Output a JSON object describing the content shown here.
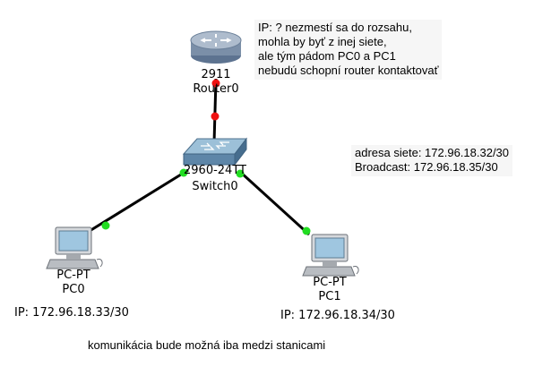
{
  "devices": {
    "router": {
      "model": "2911",
      "name": "Router0"
    },
    "switch": {
      "model": "2960-24TT",
      "name": "Switch0"
    },
    "pc0": {
      "model": "PC-PT",
      "name": "PC0",
      "ip": "IP: 172.96.18.33/30"
    },
    "pc1": {
      "model": "PC-PT",
      "name": "PC1",
      "ip": "IP: 172.96.18.34/30"
    }
  },
  "notes": {
    "router_note": [
      "IP: ? nezmestí sa do rozsahu,",
      "mohla by byť z inej siete,",
      "ale tým pádom PC0 a PC1",
      "nebudú schopní router kontaktovať"
    ],
    "network": [
      "adresa siete: 172.96.18.32/30",
      "Broadcast: 172.96.18.35/30"
    ],
    "footer": "komunikácia bude možná iba medzi stanicami"
  },
  "colors": {
    "link": "#000000",
    "port_up": "#22dd22",
    "port_down": "#ee1111",
    "router_body": "#7b8fa8",
    "switch_body": "#5e86a8",
    "pc_screen": "#9fc6e0"
  }
}
